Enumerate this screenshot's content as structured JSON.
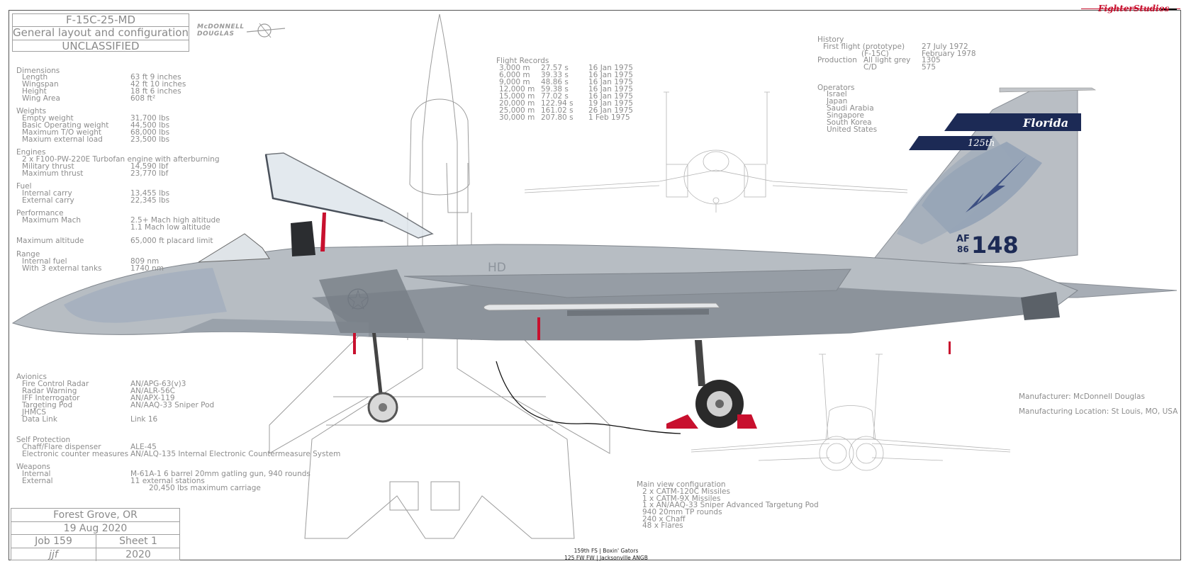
{
  "brand": "FighterStudios",
  "title_block": {
    "designation": "F-15C-25-MD",
    "subtitle": "General layout and configuration",
    "classification": "UNCLASSIFIED"
  },
  "logo": {
    "line1": "McDONNELL",
    "line2": "DOUGLAS"
  },
  "specs": {
    "dimensions": {
      "heading": "Dimensions",
      "rows": [
        {
          "label": "Length",
          "value": "63 ft 9 inches"
        },
        {
          "label": "Wingspan",
          "value": "42 ft 10 inches"
        },
        {
          "label": "Height",
          "value": "18 ft 6 inches"
        },
        {
          "label": "Wing Area",
          "value": "608 ft²"
        }
      ]
    },
    "weights": {
      "heading": "Weights",
      "rows": [
        {
          "label": "Empty weight",
          "value": "31,700 lbs"
        },
        {
          "label": "Basic Operating weight",
          "value": "44,500 lbs"
        },
        {
          "label": "Maximum T/O weight",
          "value": "68,000 lbs"
        },
        {
          "label": "Maxium external load",
          "value": "23,500 lbs"
        }
      ]
    },
    "engines": {
      "heading": "Engines",
      "line1": "2 x F100-PW-220E Turbofan engine with afterburning",
      "rows": [
        {
          "label": "Military thrust",
          "value": "14,590 lbf"
        },
        {
          "label": "Maximum thrust",
          "value": "23,770 lbf"
        }
      ]
    },
    "fuel": {
      "heading": "Fuel",
      "rows": [
        {
          "label": "Internal carry",
          "value": "13,455 lbs"
        },
        {
          "label": "External carry",
          "value": "22,345 lbs"
        }
      ]
    },
    "performance": {
      "heading": "Performance",
      "rows": [
        {
          "label": "Maximum Mach",
          "value": "2.5+ Mach high altitude"
        },
        {
          "label": "",
          "value": "1.1 Mach low altitude"
        },
        {
          "label": "Maximum altitude",
          "value": "65,000 ft placard limit"
        }
      ]
    },
    "range": {
      "heading": "Range",
      "rows": [
        {
          "label": "Internal fuel",
          "value": "809 nm"
        },
        {
          "label": "With 3 external tanks",
          "value": "1740 nm"
        }
      ]
    },
    "avionics": {
      "heading": "Avionics",
      "rows": [
        {
          "label": "Fire Control Radar",
          "value": "AN/APG-63(v)3"
        },
        {
          "label": "Radar Warning",
          "value": "AN/ALR-56C"
        },
        {
          "label": "IFF Interrogator",
          "value": "AN/APX-119"
        },
        {
          "label": "Targeting Pod",
          "value": "AN/AAQ-33 Sniper Pod"
        },
        {
          "label": "JHMCS",
          "value": ""
        },
        {
          "label": "Data Link",
          "value": "Link 16"
        }
      ]
    },
    "self_protection": {
      "heading": "Self Protection",
      "rows": [
        {
          "label": "Chaff/Flare dispenser",
          "value": "ALE-45"
        },
        {
          "label": "Electronic counter measures",
          "value": "AN/ALQ-135 Internal Electronic Countermeasure System"
        }
      ]
    },
    "weapons": {
      "heading": "Weapons",
      "rows": [
        {
          "label": "Internal",
          "value": "M-61A-1 6 barrel 20mm gatling gun, 940 rounds"
        },
        {
          "label": "External",
          "value": "11 external stations"
        },
        {
          "label": "",
          "value": "20,450 lbs maximum carriage"
        }
      ]
    }
  },
  "flight_records": {
    "heading": "Flight Records",
    "rows": [
      {
        "alt": "3,000 m",
        "time": "27.57 s",
        "date": "16 Jan 1975"
      },
      {
        "alt": "6,000 m",
        "time": "39.33 s",
        "date": "16 Jan 1975"
      },
      {
        "alt": "9,000 m",
        "time": "48.86 s",
        "date": "16 Jan 1975"
      },
      {
        "alt": "12,000 m",
        "time": "59.38 s",
        "date": "16 Jan 1975"
      },
      {
        "alt": "15,000 m",
        "time": "77.02 s",
        "date": "16 Jan 1975"
      },
      {
        "alt": "20,000 m",
        "time": "122.94 s",
        "date": "19 Jan 1975"
      },
      {
        "alt": "25,000 m",
        "time": "161.02 s",
        "date": "26 Jan 1975"
      },
      {
        "alt": "30,000 m",
        "time": "207.80 s",
        "date": "1 Feb 1975"
      }
    ]
  },
  "history": {
    "heading": "History",
    "first_flight_label": "First flight (prototype)",
    "first_flight_value": "27 July 1972",
    "first_flight_sub_label": "(F-15C)",
    "first_flight_sub_value": "February 1978",
    "production_label": "Production",
    "production_rows": [
      {
        "label": "All light grey",
        "value": "1305"
      },
      {
        "label": "C/D",
        "value": "575"
      }
    ]
  },
  "operators": {
    "heading": "Operators",
    "list": [
      "Israel",
      "Japan",
      "Saudi Arabia",
      "Singapore",
      "South Korea",
      "United States"
    ]
  },
  "manufacturer": {
    "name_line": "Manufacturer: McDonnell Douglas",
    "location_line": "Manufacturing Location: St Louis, MO, USA"
  },
  "main_view": {
    "heading": "Main view configuration",
    "items": [
      "2 x CATM-120C Missiles",
      "1 x CATM-9X Missiles",
      "1 x AN/AAQ-33 Sniper Advanced Targetung Pod",
      "940 20mm TP rounds",
      "240 x Chaff",
      "48 x Flares"
    ]
  },
  "job_block": {
    "location": "Forest Grove, OR",
    "date": "19 Aug 2020",
    "job": "Job 159",
    "sheet": "Sheet 1",
    "initials": "jjf",
    "year": "2020"
  },
  "aircraft_markings": {
    "tail_state": "Florida",
    "tail_unit": "125th",
    "serial_prefix_top": "AF",
    "serial_prefix_bottom": "86",
    "serial_number": "148",
    "hood_code": "HD"
  },
  "caption": {
    "line1": "159th FS | Boxin' Gators",
    "line2": "125 FW FW | Jacksonville ANGB"
  },
  "colors": {
    "accent_red": "#c8102e",
    "camo_light": "#bcc2c8",
    "camo_mid": "#9aa3ae",
    "camo_blue": "#7b8fa8",
    "tail_band": "#1c2a55"
  }
}
